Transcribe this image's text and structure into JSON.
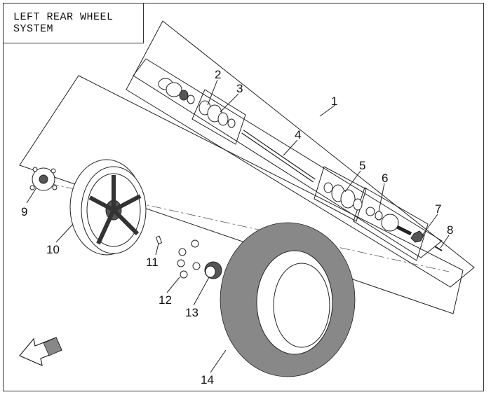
{
  "title": "LEFT REAR WHEEL SYSTEM",
  "accent_color": "#333333",
  "callouts": [
    {
      "id": "1",
      "text": "1"
    },
    {
      "id": "2",
      "text": "2"
    },
    {
      "id": "3",
      "text": "3"
    },
    {
      "id": "4",
      "text": "4"
    },
    {
      "id": "5",
      "text": "5"
    },
    {
      "id": "6",
      "text": "6"
    },
    {
      "id": "7",
      "text": "7"
    },
    {
      "id": "8",
      "text": "8"
    },
    {
      "id": "9",
      "text": "9"
    },
    {
      "id": "10",
      "text": "10"
    },
    {
      "id": "11",
      "text": "11"
    },
    {
      "id": "12",
      "text": "12"
    },
    {
      "id": "13",
      "text": "13"
    },
    {
      "id": "14",
      "text": "14"
    }
  ],
  "icons": {
    "direction_arrow": "front-direction-arrow-icon"
  }
}
